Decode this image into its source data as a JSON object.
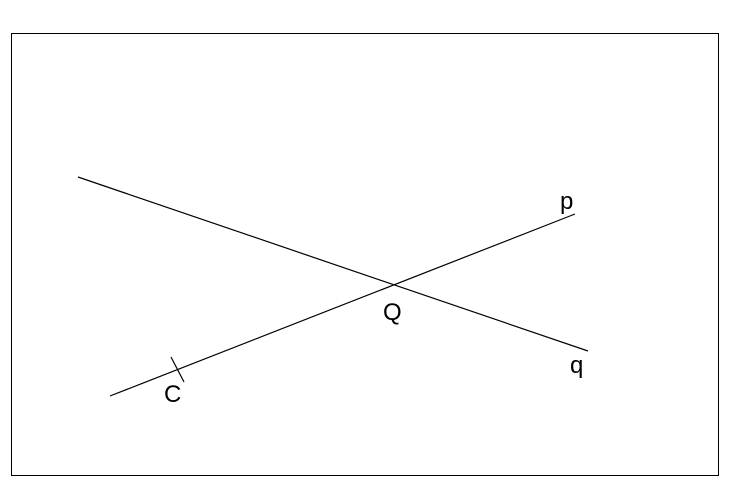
{
  "labels": {
    "line_p": "p",
    "line_q": "q",
    "intersection": "Q",
    "point_c": "C"
  },
  "colors": {
    "stroke": "#000000",
    "background": "#ffffff"
  }
}
